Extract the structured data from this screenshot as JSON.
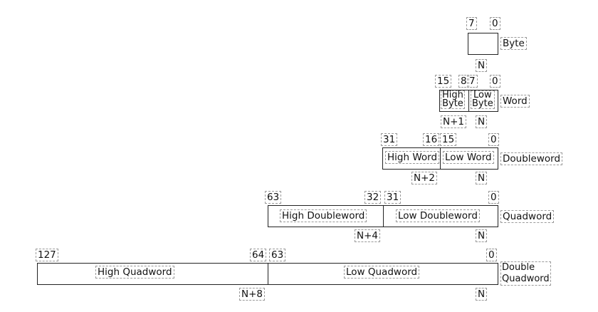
{
  "byte": {
    "bit_high": "7",
    "bit_low": "0",
    "name": "Byte",
    "address": "N"
  },
  "word": {
    "bit_15": "15",
    "bit_8": "8",
    "bit_7": "7",
    "bit_0": "0",
    "high_part": [
      "High",
      "Byte"
    ],
    "low_part": [
      "Low",
      "Byte"
    ],
    "name": "Word",
    "address_high": "N+1",
    "address_low": "N"
  },
  "doubleword": {
    "bit_31": "31",
    "bit_16": "16",
    "bit_15": "15",
    "bit_0": "0",
    "high_part": "High Word",
    "low_part": "Low Word",
    "name": "Doubleword",
    "address_high": "N+2",
    "address_low": "N"
  },
  "quadword": {
    "bit_63": "63",
    "bit_32": "32",
    "bit_31": "31",
    "bit_0": "0",
    "high_part": "High Doubleword",
    "low_part": "Low Doubleword",
    "name": "Quadword",
    "address_high": "N+4",
    "address_low": "N"
  },
  "double_quadword": {
    "bit_127": "127",
    "bit_64": "64",
    "bit_63": "63",
    "bit_0": "0",
    "high_part": "High Quadword",
    "low_part": "Low Quadword",
    "name": [
      "Double",
      "Quadword"
    ],
    "address_high": "N+8",
    "address_low": "N"
  }
}
